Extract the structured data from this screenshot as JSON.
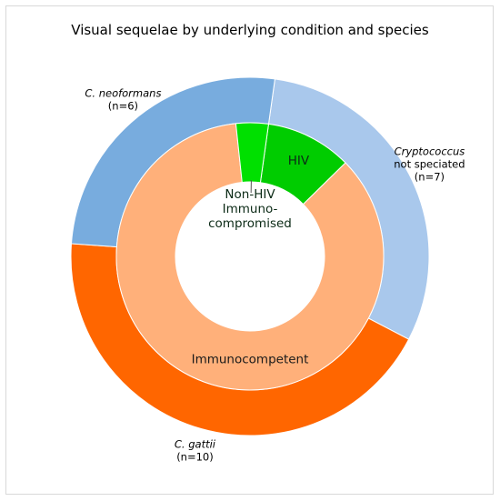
{
  "chart_data": {
    "type": "pie",
    "title": "Visual sequelae by underlying condition and species",
    "outer_ring": {
      "series_name": "Species",
      "slices": [
        {
          "label_lines": [
            {
              "text": "Cryptococcus",
              "italic": true
            },
            {
              "text": "not speciated",
              "italic": false
            },
            {
              "text": "(n=7)",
              "italic": false
            }
          ],
          "value": 7,
          "color": "#a9c8ec"
        },
        {
          "label_lines": [
            {
              "text": "C. gattii",
              "italic": true
            },
            {
              "text": "(n=10)",
              "italic": false
            }
          ],
          "value": 10,
          "color": "#ff6600"
        },
        {
          "label_lines": [
            {
              "text": "C. neoformans",
              "italic": true
            },
            {
              "text": "(n=6)",
              "italic": false
            }
          ],
          "value": 6,
          "color": "#78acde"
        }
      ]
    },
    "inner_ring": {
      "series_name": "Underlying condition",
      "slices": [
        {
          "label_lines": [
            "HIV"
          ],
          "value": 2.4,
          "color": "#00cc00"
        },
        {
          "label_lines": [
            "Immunocompetent"
          ],
          "value": 19.7,
          "color": "#ffb07a"
        },
        {
          "label_lines": [
            "Non-HIV",
            "Immuno-",
            "compromised"
          ],
          "value": 0.9,
          "color": "#00e000"
        }
      ]
    }
  }
}
